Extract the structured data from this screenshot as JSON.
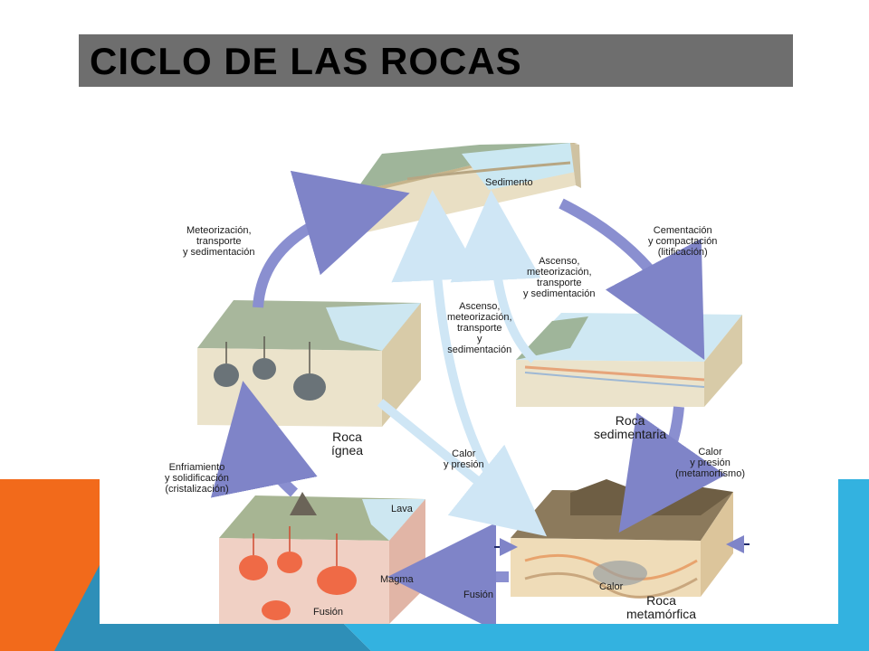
{
  "slide": {
    "title": "CICLO DE LAS ROCAS",
    "colors": {
      "title_bar": "#6e6e6e",
      "orange": "#f26a1b",
      "blue": "#33b2e0",
      "teal": "#2e8fb8",
      "arrow_main": "#8a8fd0",
      "arrow_light": "#cfe6f5"
    }
  },
  "diagram": {
    "sediment": "Sedimento",
    "labels": {
      "meteo1": [
        "Meteorización,",
        "transporte",
        "y sedimentación"
      ],
      "cementation": [
        "Cementación",
        "y compactación",
        "(litificación)"
      ],
      "ascent1": [
        "Ascenso,",
        "meteorización,",
        "transporte",
        "y sedimentación"
      ],
      "ascent2": [
        "Ascenso,",
        "meteorización,",
        "transporte",
        "y",
        "sedimentación"
      ],
      "sedimentary_rock": [
        "Roca",
        "sedimentaria"
      ],
      "igneous_rock": [
        "Roca",
        "ígnea"
      ],
      "heat_pressure1": [
        "Calor",
        "y presión"
      ],
      "heat_pressure2": [
        "Calor",
        "y presión",
        "(metamorfismo)"
      ],
      "cooling": [
        "Enfriamiento",
        "y solidificación",
        "(cristalización)"
      ],
      "lava": "Lava",
      "magma": "Magma",
      "fusion_arrow": "Fusión",
      "fusion_bottom": "Fusión",
      "heat": "Calor",
      "metamorphic_rock": [
        "Roca",
        "metamórfica"
      ]
    }
  }
}
